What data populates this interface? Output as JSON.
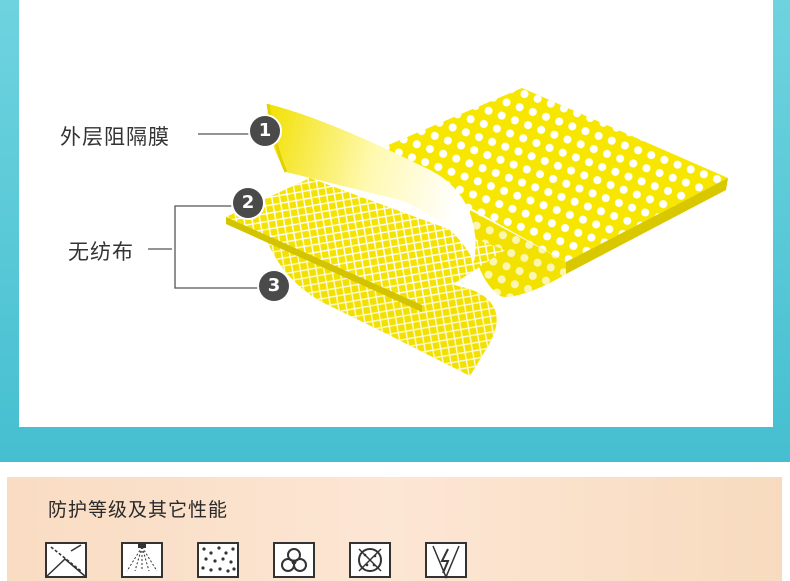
{
  "layers": [
    {
      "number": "1",
      "label": "外层阻隔膜"
    },
    {
      "number": "2",
      "label": "无纺布"
    },
    {
      "number": "3",
      "label": ""
    }
  ],
  "protection": {
    "title": "防护等级及其它性能",
    "icons": [
      "liquid-splash-icon",
      "spray-icon",
      "particle-icon",
      "biohazard-icon",
      "infectious-agent-icon",
      "antistatic-icon"
    ]
  },
  "colors": {
    "teal": "#4ec3d2",
    "yellow": "#f6e600",
    "badge": "#4a4a4a",
    "section_bg": "#fbe1cb"
  }
}
